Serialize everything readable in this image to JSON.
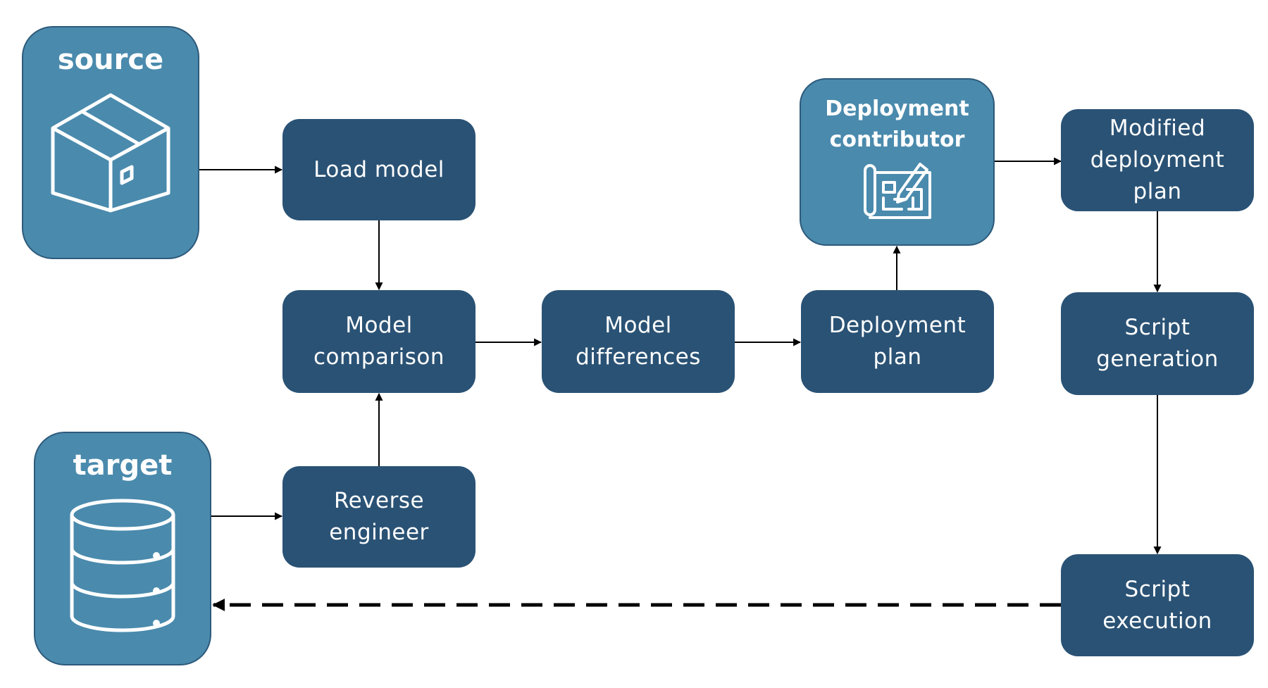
{
  "colors": {
    "step_fill": "#2a5274",
    "store_fill": "#4a8bad",
    "store_border": "#2d5a7a",
    "arrow": "#000000"
  },
  "nodes": {
    "source": {
      "label": "source",
      "icon": "package-box-icon"
    },
    "target": {
      "label": "target",
      "icon": "database-icon"
    },
    "load_model": {
      "label": "Load model"
    },
    "model_comparison": {
      "label": "Model\ncomparison"
    },
    "reverse_engineer": {
      "label": "Reverse\nengineer"
    },
    "model_differences": {
      "label": "Model\ndifferences"
    },
    "deployment_plan": {
      "label": "Deployment\nplan"
    },
    "deployment_contributor": {
      "label": "Deployment\ncontributor",
      "icon": "blueprint-edit-icon"
    },
    "modified_deployment_plan": {
      "label": "Modified\ndeployment\nplan"
    },
    "script_generation": {
      "label": "Script\ngeneration"
    },
    "script_execution": {
      "label": "Script\nexecution"
    }
  }
}
